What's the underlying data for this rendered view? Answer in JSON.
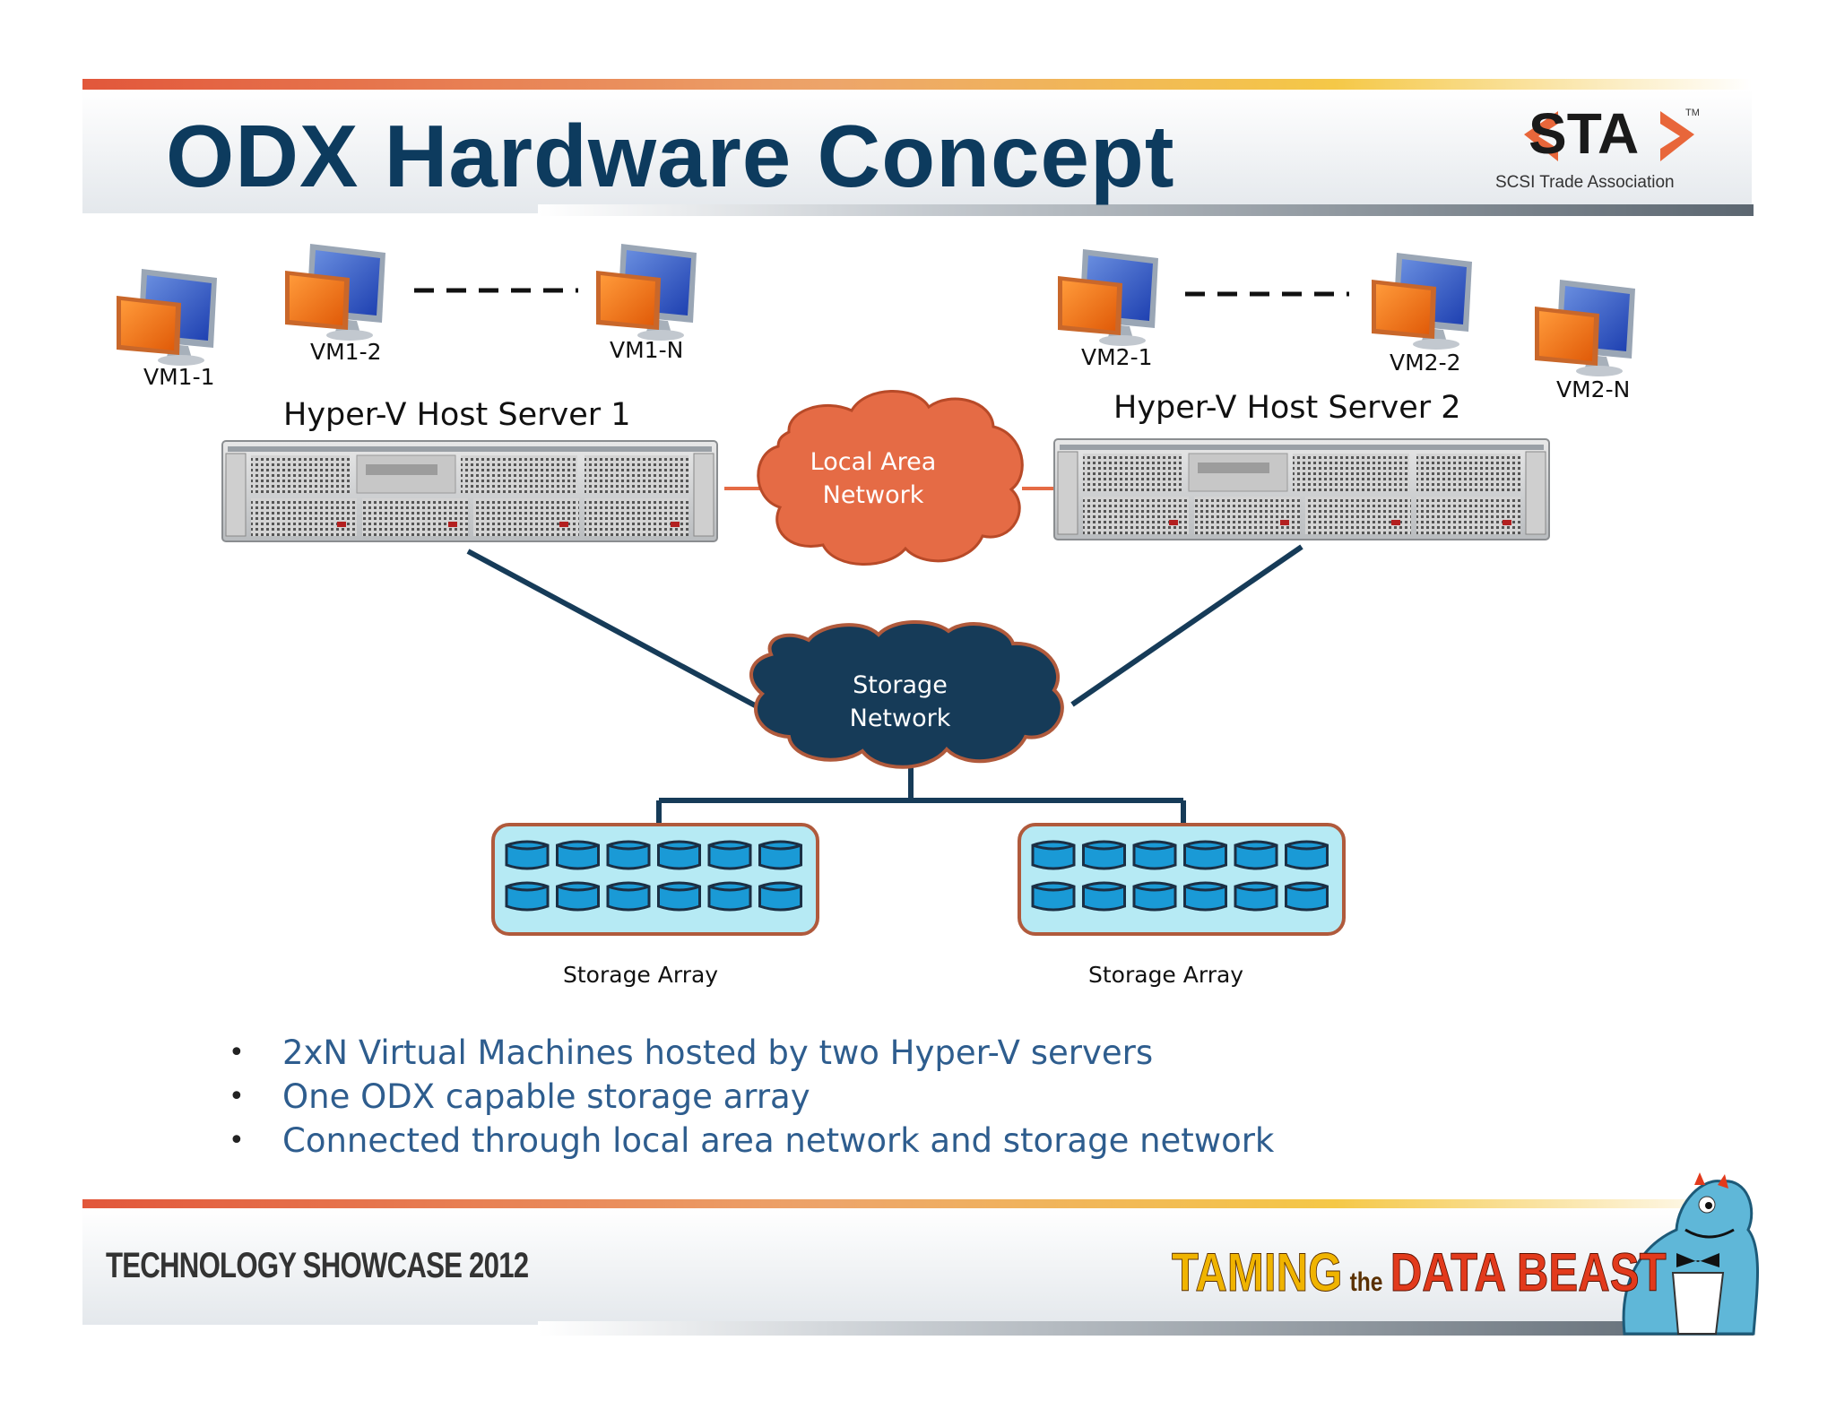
{
  "slide": {
    "title": "ODX Hardware Concept",
    "logo": {
      "main": "STA",
      "tm": "TM",
      "sub": "SCSI Trade Association"
    }
  },
  "diagram": {
    "host1": {
      "label": "Hyper-V Host Server 1",
      "vms": [
        {
          "label": "VM1-1"
        },
        {
          "label": "VM1-2"
        },
        {
          "label": "VM1-N"
        }
      ]
    },
    "host2": {
      "label": "Hyper-V Host Server 2",
      "vms": [
        {
          "label": "VM2-1"
        },
        {
          "label": "VM2-2"
        },
        {
          "label": "VM2-N"
        }
      ]
    },
    "lan": {
      "line1": "Local Area",
      "line2": "Network",
      "color": "#e56b45"
    },
    "san": {
      "line1": "Storage",
      "line2": "Network",
      "color": "#163b58"
    },
    "arrays": [
      {
        "label": "Storage Array"
      },
      {
        "label": "Storage Array"
      }
    ],
    "disk_color": "#1a9ad6",
    "array_fill": "#b6eaf4",
    "array_border": "#b05a3c"
  },
  "bullets": [
    "2xN Virtual Machines hosted by two Hyper-V servers",
    "One ODX capable storage array",
    "Connected through local area network and storage network"
  ],
  "footer": {
    "left": "TECHNOLOGY SHOWCASE 2012",
    "right": {
      "w1": "TAMING",
      "w2": "the",
      "w3": "DATA BEAST"
    }
  },
  "colors": {
    "title": "#0d3b5e",
    "bullet_text": "#2e5d8e",
    "accent_orange": "#e8663a",
    "accent_yellow": "#f2c230"
  }
}
